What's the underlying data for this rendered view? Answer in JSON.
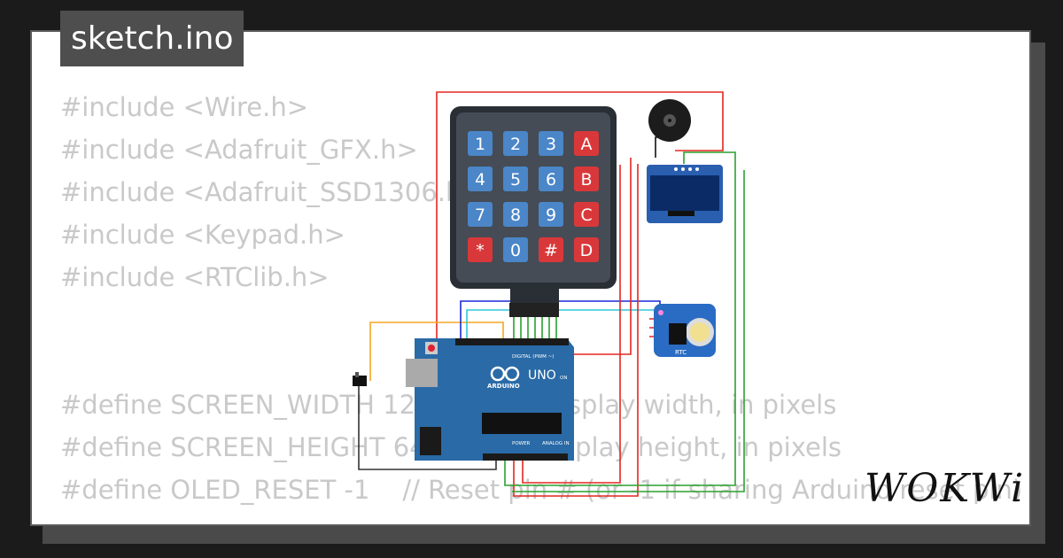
{
  "title": "sketch.ino",
  "code": {
    "lines": [
      "#include <Wire.h>",
      "#include <Adafruit_GFX.h>",
      "#include <Adafruit_SSD1306.h>",
      "#include <Keypad.h>",
      "#include <RTClib.h>",
      "#define SCREEN_WIDTH 128 // OLED display width, in pixels",
      "#define SCREEN_HEIGHT 64 // OLED display height, in pixels",
      "#define OLED_RESET -1    // Reset pin # (or -1 if sharing Arduino reset pin)"
    ]
  },
  "keypad": {
    "keys": [
      "1",
      "2",
      "3",
      "A",
      "4",
      "5",
      "6",
      "B",
      "7",
      "8",
      "9",
      "C",
      "*",
      "0",
      "#",
      "D"
    ]
  },
  "arduino": {
    "brand": "ARDUINO",
    "model": "UNO",
    "digital_label": "DIGITAL (PWM ~)",
    "power_label": "POWER",
    "analog_label": "ANALOG IN",
    "on_label": "ON"
  },
  "rtc": {
    "label": "RTC"
  },
  "logo": {
    "text": "WOKWi"
  },
  "colors": {
    "key_blue": "#4a86c8",
    "key_red": "#d9383a",
    "board_blue": "#2a6aa6",
    "wire_red": "#e52620",
    "wire_green": "#2aa12e"
  }
}
